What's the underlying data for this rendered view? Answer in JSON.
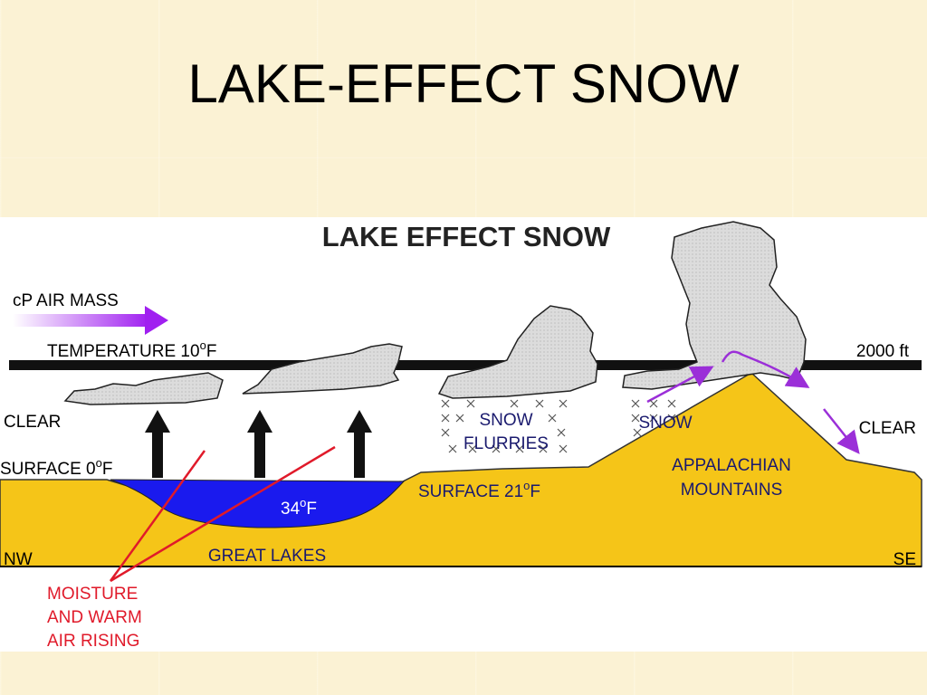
{
  "slide": {
    "title": "LAKE-EFFECT SNOW"
  },
  "diagram": {
    "title": "LAKE EFFECT SNOW",
    "air_mass": "cP AIR MASS",
    "temperature_label": "TEMPERATURE 10",
    "temperature_unit": "F",
    "altitude": "2000 ft",
    "clear_left": "CLEAR",
    "clear_right": "CLEAR",
    "surface_left": "SURFACE 0",
    "surface_left_unit": "F",
    "lake_temp": "34",
    "lake_temp_unit": "F",
    "surface_mid": "SURFACE 21",
    "surface_mid_unit": "F",
    "snow_flurries_line1": "SNOW",
    "snow_flurries_line2": "FLURRIES",
    "snow": "SNOW",
    "mountains_line1": "APPALACHIAN",
    "mountains_line2": "MOUNTAINS",
    "great_lakes": "GREAT LAKES",
    "nw": "NW",
    "se": "SE",
    "moisture_line1": "MOISTURE",
    "moisture_line2": "AND WARM",
    "moisture_line3": "AIR RISING",
    "colors": {
      "ground": "#f5c518",
      "lake": "#1a1aee",
      "cloud": "#d8d8d8",
      "arrow_purple": "#9b2fd8",
      "moisture_red": "#e01a2a",
      "label_navy": "#1a1a6e"
    }
  }
}
